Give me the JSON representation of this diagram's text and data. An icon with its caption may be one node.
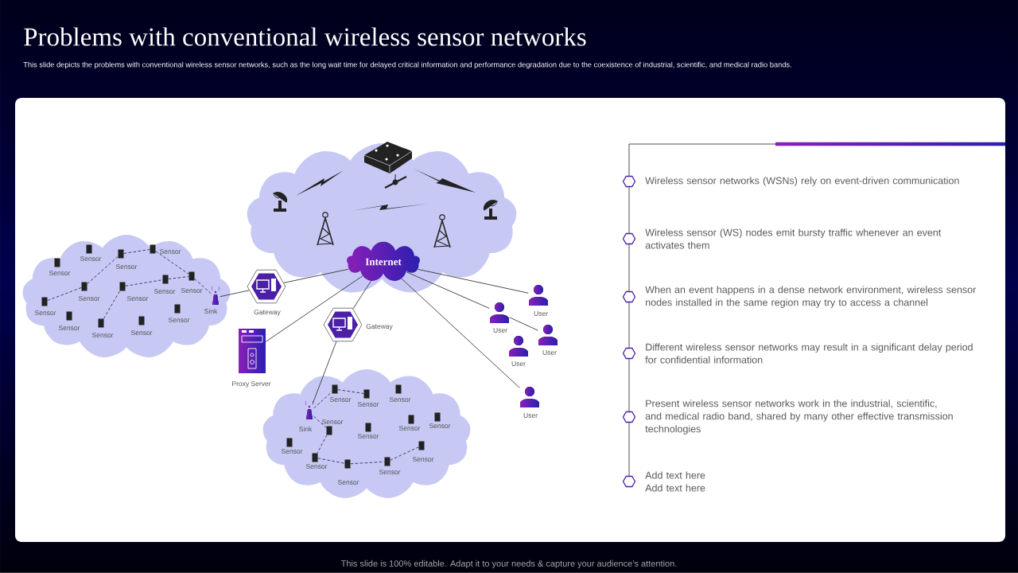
{
  "diagram": {
    "title": "Problems with conventional wireless sensor networks",
    "caption": "This slide is 100% editable. Adapt it to your needs & capture your audience’s attention.",
    "nodes": [
      {
        "text": [
          "Internet"
        ]
      },
      {
        "text": [],
        "shape": "cloud"
      },
      {
        "text": [
          "Sensor"
        ],
        "in": 1
      },
      {
        "text": [
          "Sensor"
        ],
        "in": 1
      },
      {
        "text": [
          "Sensor"
        ],
        "in": 1
      },
      {
        "text": [
          "Sensor"
        ],
        "in": 1
      },
      {
        "text": [
          "Sensor"
        ],
        "in": 1
      },
      {
        "text": [
          "Sensor"
        ],
        "in": 1
      },
      {
        "text": [
          "Sensor"
        ],
        "in": 1
      },
      {
        "text": [
          "Sensor"
        ],
        "in": 1
      },
      {
        "text": [
          "Sensor"
        ],
        "in": 1
      },
      {
        "text": [
          "Sensor"
        ],
        "in": 1
      },
      {
        "text": [
          "Sensor"
        ],
        "in": 1
      },
      {
        "text": [
          "Sensor"
        ],
        "in": 1
      },
      {
        "text": [
          "Sensor"
        ],
        "in": 1
      },
      {
        "text": [
          "Sink"
        ],
        "in": 1
      },
      {
        "text": [
          "Gateway"
        ]
      },
      {
        "text": [
          "Proxy Server"
        ]
      },
      {
        "text": [
          "Gateway"
        ]
      },
      {
        "text": [
          "User"
        ]
      },
      {
        "text": [
          "User"
        ]
      },
      {
        "text": [
          "User"
        ]
      },
      {
        "text": [
          "User"
        ]
      },
      {
        "text": [
          "User"
        ]
      },
      {
        "text": [],
        "shape": "cloud"
      },
      {
        "text": [
          "Sink"
        ],
        "in": 24
      },
      {
        "text": [
          "Sensor"
        ],
        "in": 24
      },
      {
        "text": [
          "Sensor"
        ],
        "in": 24
      },
      {
        "text": [
          "Sensor"
        ],
        "in": 24
      },
      {
        "text": [
          "Sensor"
        ],
        "in": 24
      },
      {
        "text": [
          "Sensor"
        ],
        "in": 24
      },
      {
        "text": [
          "Sensor"
        ],
        "in": 24
      },
      {
        "text": [
          "Sensor"
        ],
        "in": 24
      },
      {
        "text": [
          "Sensor"
        ],
        "in": 24
      },
      {
        "text": [
          "Sensor"
        ],
        "in": 24
      },
      {
        "text": [
          "Sensor"
        ],
        "in": 24
      },
      {
        "text": [
          "Sensor"
        ],
        "in": 24
      },
      {
        "text": [
          "Sensor"
        ],
        "in": 24
      }
    ],
    "edges": [
      {
        "from": 10,
        "to": 6,
        "arrow": "none",
        "style": "dashed"
      },
      {
        "from": 6,
        "to": 4,
        "arrow": "none",
        "style": "dashed"
      },
      {
        "from": 4,
        "to": 5,
        "arrow": "none",
        "style": "dashed"
      },
      {
        "from": 5,
        "to": 9,
        "arrow": "none",
        "style": "dashed"
      },
      {
        "from": 9,
        "to": 15,
        "arrow": "none",
        "style": "dashed"
      },
      {
        "from": 12,
        "to": 7,
        "arrow": "none",
        "style": "dashed"
      },
      {
        "from": 7,
        "to": 8,
        "arrow": "none",
        "style": "dashed"
      },
      {
        "from": 8,
        "to": 9,
        "arrow": "none",
        "style": "dashed"
      },
      {
        "from": 15,
        "to": 16,
        "arrow": "none"
      },
      {
        "from": 16,
        "to": 0,
        "arrow": "none"
      },
      {
        "from": 0,
        "to": 17,
        "arrow": "none"
      },
      {
        "from": 0,
        "to": 18,
        "arrow": "none"
      },
      {
        "from": 18,
        "to": 25,
        "arrow": "none"
      },
      {
        "from": 0,
        "to": 19,
        "arrow": "none"
      },
      {
        "from": 0,
        "to": 20,
        "arrow": "none"
      },
      {
        "from": 20,
        "to": 21,
        "arrow": "none"
      },
      {
        "from": 0,
        "to": 23,
        "arrow": "none"
      },
      {
        "from": 25,
        "to": 26,
        "arrow": "none",
        "style": "dashed"
      },
      {
        "from": 26,
        "to": 27,
        "arrow": "none",
        "style": "dashed"
      },
      {
        "from": 25,
        "to": 29,
        "arrow": "none",
        "style": "dashed"
      },
      {
        "from": 29,
        "to": 34,
        "arrow": "none",
        "style": "dashed"
      },
      {
        "from": 34,
        "to": 35,
        "arrow": "none",
        "style": "dashed"
      },
      {
        "from": 35,
        "to": 36,
        "arrow": "none",
        "style": "dashed"
      },
      {
        "from": 36,
        "to": 37,
        "arrow": "none",
        "style": "dashed"
      }
    ],
    "labels": [
      "This slide depicts the problems with conventional wireless sensor networks, such as the long wait time for delayed critical information and performance degradation due to the coexistence of industrial, scientific, and medical radio bands.",
      "Wireless sensor networks (WSNs) rely on event-driven communication",
      "Wireless sensor (WS) nodes emit bursty traffic whenever an event activates them",
      "When an event happens in a dense network environment, wireless sensor nodes installed in the same region may try to access a channel",
      "Different wireless sensor networks may result in a significant delay period for confidential information",
      "Present wireless sensor networks work in the industrial, scientific, and medical radio band, shared by many other effective transmission technologies",
      "Add text here",
      "Add text here"
    ]
  }
}
